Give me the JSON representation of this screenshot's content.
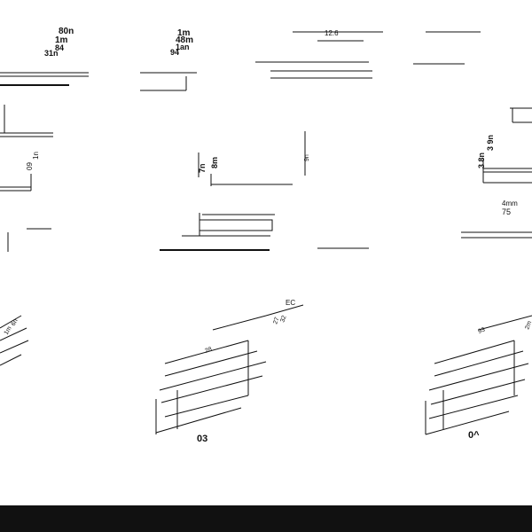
{
  "labels": {
    "l1": "80n",
    "l2": "1m",
    "l3": "84",
    "l4": "31n",
    "l5": "1m",
    "l6": "48m",
    "l7": "1an",
    "l8": "94",
    "l9": "12.6",
    "l10": "7n",
    "l11": "8m",
    "l12": "9n",
    "l13": "3 8n",
    "l14": "3 9n",
    "l15": "4mm",
    "l16": "75",
    "l17": "09",
    "l18": "1n",
    "l19": "6n",
    "l20": "1m",
    "l21": "28",
    "l22": "27",
    "l23": "32",
    "l24": "EC",
    "l25": "93",
    "l26": "2m",
    "l27": "03",
    "l28": "0^"
  },
  "colors": {
    "ink": "#111111",
    "paper": "#ffffff"
  }
}
